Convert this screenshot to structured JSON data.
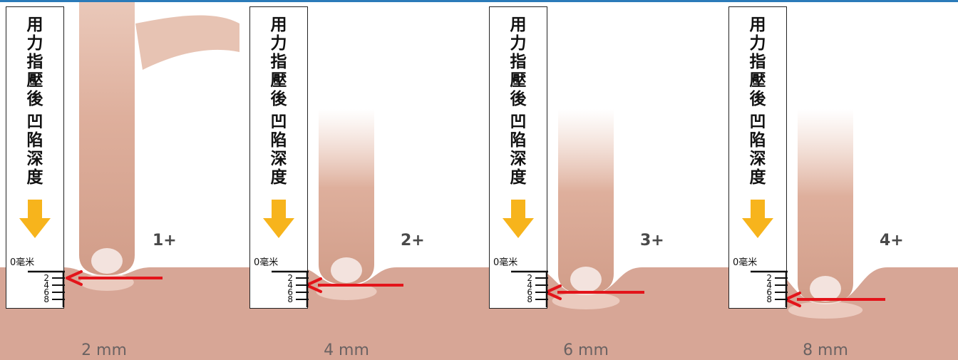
{
  "colors": {
    "skin": "#d7a696",
    "arrow_red": "#e3141a",
    "down_arrow": "#f7b41c",
    "frame_line": "#2b7bb9"
  },
  "label_box": {
    "title_top": "用\n力\n指\n壓\n後",
    "title_bottom": "凹\n陷\n深\n度",
    "zero_label": "0毫米",
    "ticks": [
      "2",
      "4",
      "6",
      "8"
    ]
  },
  "icons": {
    "down_arrow": "down-arrow-icon",
    "pointer_arrow": "left-arrow-icon"
  },
  "panels": [
    {
      "grade": "1+",
      "depth_mm": 2,
      "depth_label": "2 mm"
    },
    {
      "grade": "2+",
      "depth_mm": 4,
      "depth_label": "4 mm"
    },
    {
      "grade": "3+",
      "depth_mm": 6,
      "depth_label": "6 mm"
    },
    {
      "grade": "4+",
      "depth_mm": 8,
      "depth_label": "8 mm"
    }
  ]
}
